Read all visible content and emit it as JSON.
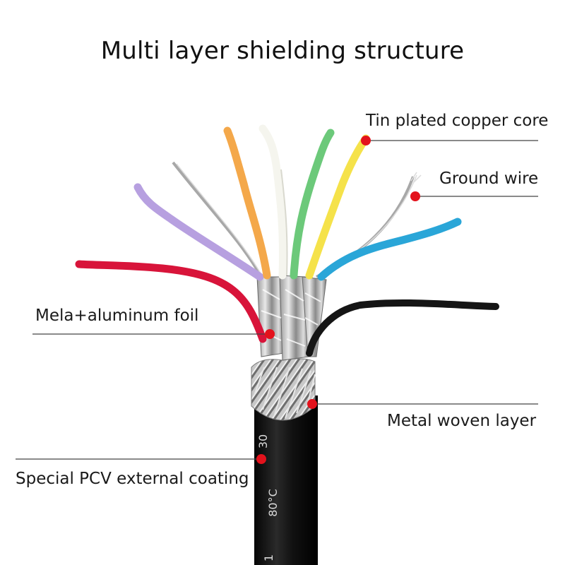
{
  "title": "Multi layer shielding structure",
  "labels": {
    "tin_plated_copper_core": "Tin plated copper core",
    "ground_wire": "Ground wire",
    "mela_aluminum_foil": "Mela+aluminum foil",
    "metal_woven_layer": "Metal woven layer",
    "special_pcv_external_coating": "Special PCV external coating"
  },
  "cable_print": {
    "top": "30",
    "middle": "80°C",
    "bottom": "1"
  },
  "colors": {
    "marker_dot": "#e3121c",
    "leader_line": "#444444",
    "wire_red": "#d8143a",
    "wire_purple": "#b7a0e0",
    "wire_orange": "#f4a84a",
    "wire_white": "#f5f5ee",
    "wire_green": "#6cc97a",
    "wire_yellow": "#f5e24a",
    "wire_blue": "#2aa6d8",
    "wire_black": "#151515",
    "ground_wire": "#a8a8a8",
    "jacket": "#111111"
  }
}
